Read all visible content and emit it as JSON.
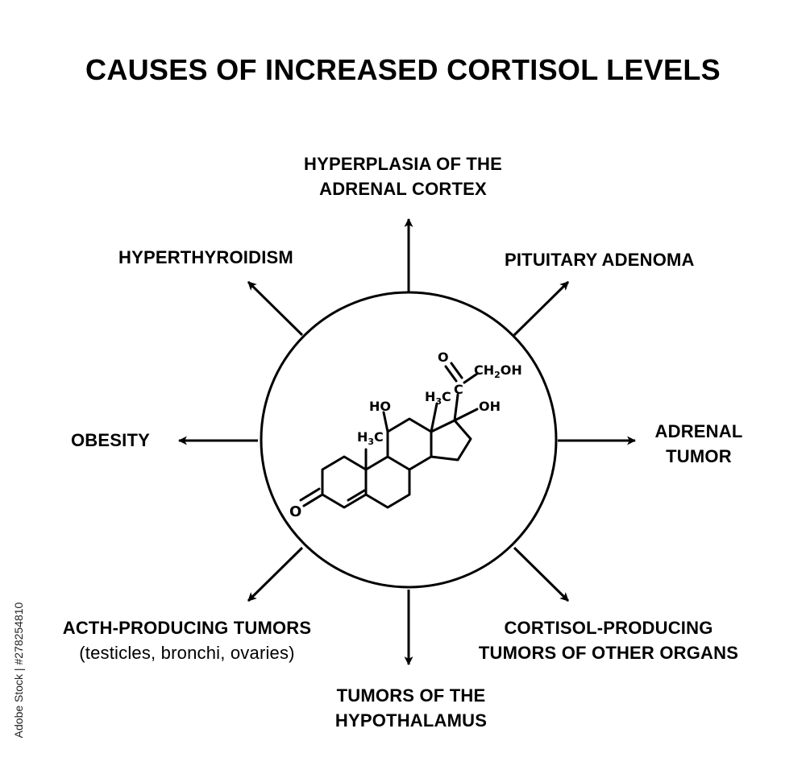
{
  "title": "CAUSES OF INCREASED CORTISOL LEVELS",
  "center": {
    "name": "cortisol-molecule",
    "atom_labels": [
      "O",
      "CH2OH",
      "C",
      "H3C",
      "OH",
      "HO",
      "H3C",
      "O"
    ]
  },
  "causes": [
    {
      "id": "top",
      "lines": [
        "HYPERPLASIA OF THE",
        "ADRENAL CORTEX"
      ]
    },
    {
      "id": "top-right",
      "lines": [
        "PITUITARY ADENOMA"
      ]
    },
    {
      "id": "right",
      "lines": [
        "ADRENAL",
        "TUMOR"
      ]
    },
    {
      "id": "bottom-right",
      "lines": [
        "CORTISOL-PRODUCING",
        "TUMORS OF OTHER ORGANS"
      ]
    },
    {
      "id": "bottom",
      "lines": [
        "TUMORS OF THE",
        "HYPOTHALAMUS"
      ]
    },
    {
      "id": "bottom-left",
      "lines": [
        "ACTH-PRODUCING TUMORS",
        "(testicles, bronchi, ovaries)"
      ]
    },
    {
      "id": "left",
      "lines": [
        "OBESITY"
      ]
    },
    {
      "id": "top-left",
      "lines": [
        "HYPERTHYROIDISM"
      ]
    }
  ],
  "watermark": {
    "stock_id": "Adobe Stock | #278254810"
  },
  "colors": {
    "ink": "#000000",
    "background": "#ffffff"
  }
}
